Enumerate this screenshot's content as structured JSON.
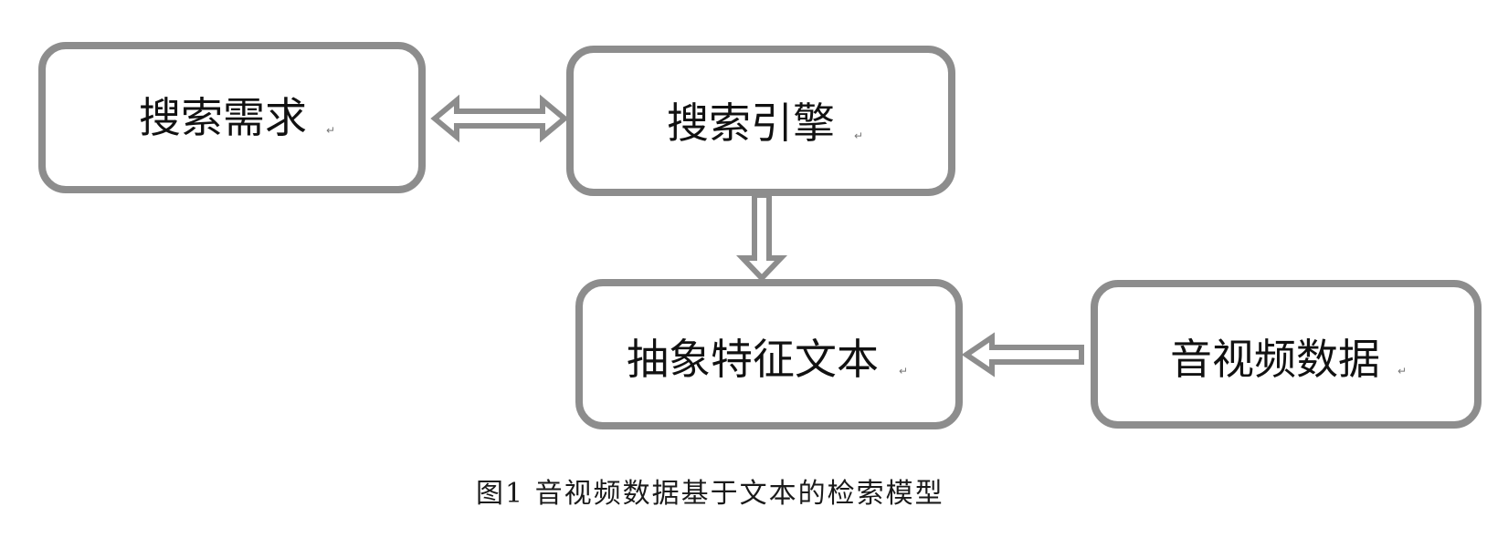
{
  "nodes": {
    "search_demand": "搜索需求",
    "search_engine": "搜索引擎",
    "abstract_feature_text": "抽象特征文本",
    "av_data": "音视频数据"
  },
  "paragraph_mark": "↵",
  "caption": "图1 音视频数据基于文本的检索模型",
  "edges": [
    {
      "from": "search_demand",
      "to": "search_engine",
      "direction": "bidirectional"
    },
    {
      "from": "search_engine",
      "to": "abstract_feature_text",
      "direction": "forward"
    },
    {
      "from": "av_data",
      "to": "abstract_feature_text",
      "direction": "forward"
    }
  ],
  "colors": {
    "stroke": "#8d8d8d",
    "text": "#111111",
    "background": "#ffffff"
  }
}
